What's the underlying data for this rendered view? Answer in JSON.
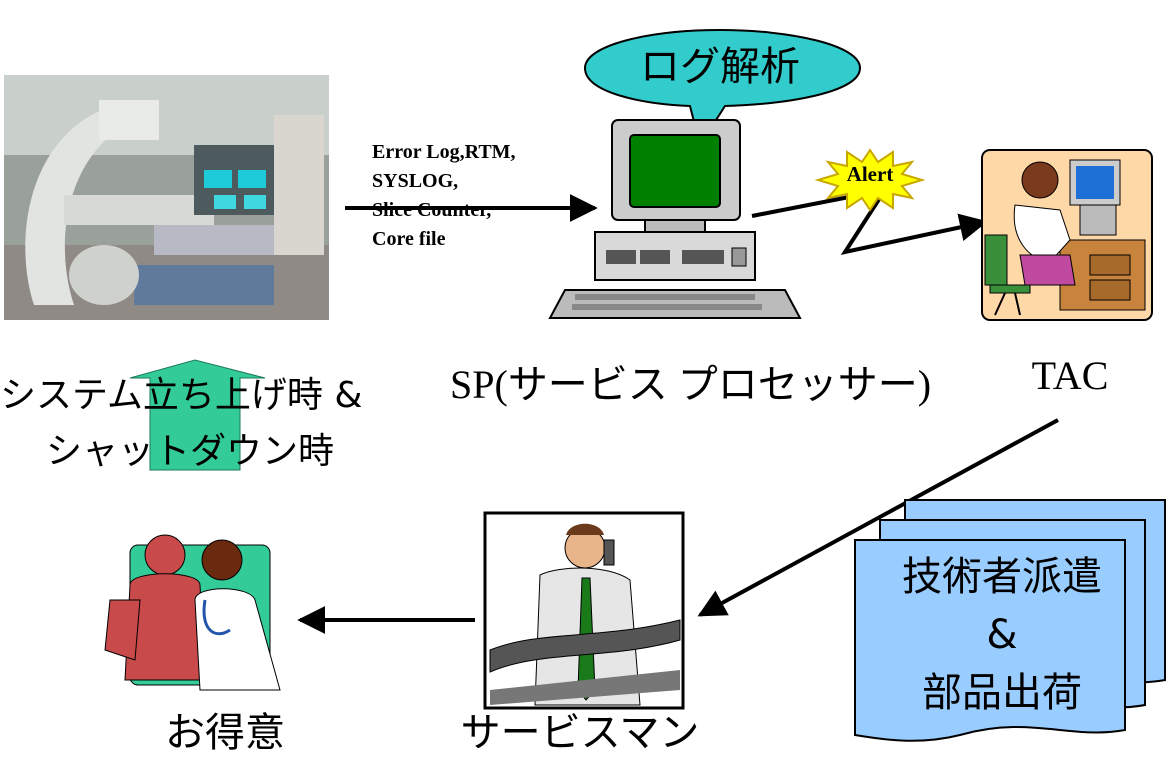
{
  "bubble_text": "ログ解析",
  "log_lines": [
    "Error Log,RTM,",
    " SYSLOG,",
    "Slice Counter,",
    "Core file"
  ],
  "alert_text": "Alert",
  "sp_label": "SP(サービス プロセッサー)",
  "tac_label": "TAC",
  "startup_line1": "システム立ち上げ時 &",
  "startup_line2": "シャットダウン時",
  "doc_lines": [
    "技術者派遣",
    "&",
    "部品出荷"
  ],
  "customer_label": "お得意",
  "serviceman_label": "サービスマン",
  "colors": {
    "bubble": "#33cccc",
    "alert_star": "#ffff00",
    "monitor_screen": "#008000",
    "document": "#99ccff",
    "startup_arrow": "#33cc99"
  }
}
